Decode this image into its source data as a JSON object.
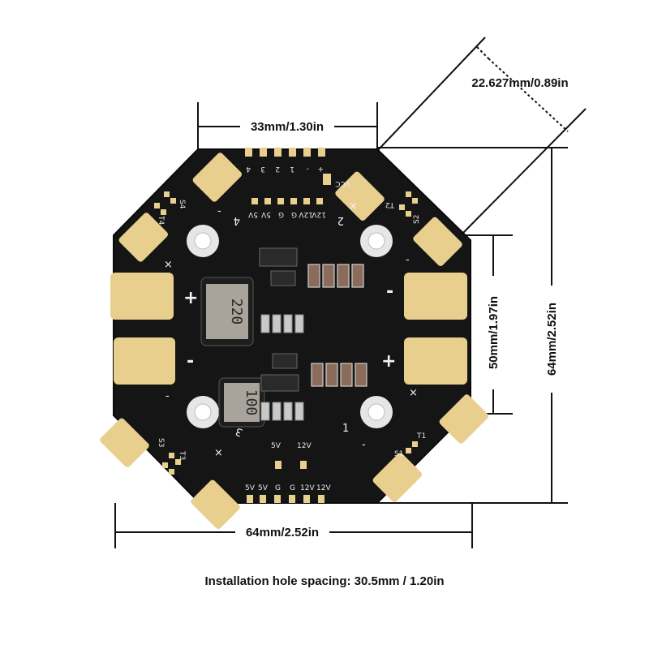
{
  "dimensions": {
    "top_width": "33mm/1.30in",
    "diagonal": "22.627mm/0.89in",
    "inner_height": "50mm/1.97in",
    "total_height": "64mm/2.52in",
    "total_width": "64mm/2.52in"
  },
  "caption": "Installation hole spacing: 30.5mm / 1.20in",
  "board": {
    "top_pins": [
      "+",
      "-",
      "1",
      "2",
      "3",
      "4"
    ],
    "top_pin_labels": [
      "12V",
      "12V",
      "G",
      "G",
      "5V",
      "5V"
    ],
    "vcc_label": "VCC",
    "bottom_pin_labels": [
      "5V",
      "5V",
      "G",
      "G",
      "12V",
      "12V"
    ],
    "bottom_jumper_labels": [
      "5V",
      "12V"
    ],
    "inductor_top": "220",
    "inductor_bottom": "100",
    "motor_numbers": [
      "1",
      "2",
      "3",
      "4"
    ],
    "signal_labels": [
      "S1",
      "T1",
      "S2",
      "T2",
      "S3",
      "T3",
      "S4",
      "T4"
    ],
    "plus": "+",
    "minus": "-",
    "cross": "×"
  },
  "colors": {
    "board": "#151515",
    "pad": "#e9cf8e",
    "ring": "#e6e6e6",
    "smd": "#8b6b5a"
  }
}
